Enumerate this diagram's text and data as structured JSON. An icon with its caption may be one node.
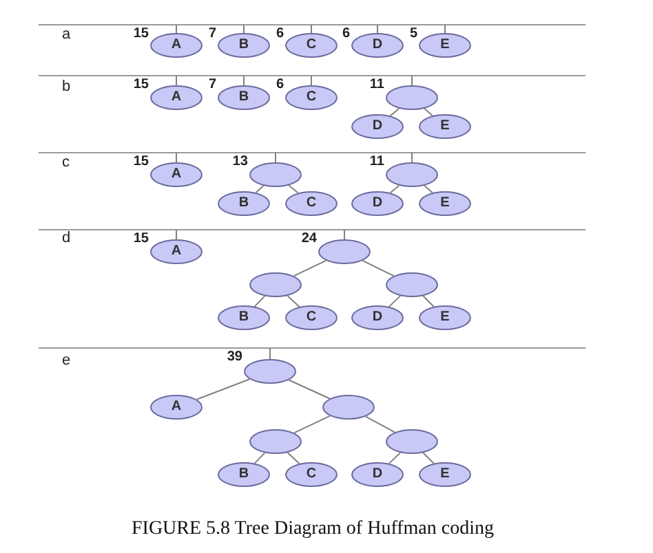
{
  "diagram": {
    "caption": "FIGURE 5.8 Tree Diagram of Huffman coding",
    "nodes": [
      {
        "text": [
          "A"
        ],
        "beside": [
          "15"
        ]
      },
      {
        "text": [
          "B"
        ],
        "beside": [
          "7"
        ]
      },
      {
        "text": [
          "C"
        ],
        "beside": [
          "6"
        ]
      },
      {
        "text": [
          "D"
        ],
        "beside": [
          "6"
        ]
      },
      {
        "text": [
          "E"
        ],
        "beside": [
          "5"
        ]
      },
      {
        "text": [
          "A"
        ],
        "beside": [
          "15"
        ]
      },
      {
        "text": [
          "B"
        ],
        "beside": [
          "7"
        ]
      },
      {
        "text": [
          "C"
        ],
        "beside": [
          "6"
        ]
      },
      {
        "text": [],
        "shape": "circle",
        "beside": [
          "11"
        ]
      },
      {
        "text": [
          "D"
        ]
      },
      {
        "text": [
          "E"
        ]
      },
      {
        "text": [
          "A"
        ],
        "beside": [
          "15"
        ]
      },
      {
        "text": [],
        "shape": "circle",
        "beside": [
          "13"
        ]
      },
      {
        "text": [],
        "shape": "circle",
        "beside": [
          "11"
        ]
      },
      {
        "text": [
          "B"
        ]
      },
      {
        "text": [
          "C"
        ]
      },
      {
        "text": [
          "D"
        ]
      },
      {
        "text": [
          "E"
        ]
      },
      {
        "text": [
          "A"
        ],
        "beside": [
          "15"
        ]
      },
      {
        "text": [],
        "shape": "circle",
        "beside": [
          "24"
        ]
      },
      {
        "text": [],
        "shape": "circle"
      },
      {
        "text": [],
        "shape": "circle"
      },
      {
        "text": [
          "B"
        ]
      },
      {
        "text": [
          "C"
        ]
      },
      {
        "text": [
          "D"
        ]
      },
      {
        "text": [
          "E"
        ]
      },
      {
        "text": [],
        "shape": "circle",
        "beside": [
          "39"
        ]
      },
      {
        "text": [
          "A"
        ]
      },
      {
        "text": [],
        "shape": "circle"
      },
      {
        "text": [],
        "shape": "circle"
      },
      {
        "text": [],
        "shape": "circle"
      },
      {
        "text": [
          "B"
        ]
      },
      {
        "text": [
          "C"
        ]
      },
      {
        "text": [
          "D"
        ]
      },
      {
        "text": [
          "E"
        ]
      }
    ],
    "edges": [
      {
        "from": null,
        "to": 0,
        "arrow": "none"
      },
      {
        "from": null,
        "to": 1,
        "arrow": "none"
      },
      {
        "from": null,
        "to": 2,
        "arrow": "none"
      },
      {
        "from": null,
        "to": 3,
        "arrow": "none"
      },
      {
        "from": null,
        "to": 4,
        "arrow": "none"
      },
      {
        "from": null,
        "to": 5,
        "arrow": "none"
      },
      {
        "from": null,
        "to": 6,
        "arrow": "none"
      },
      {
        "from": null,
        "to": 7,
        "arrow": "none"
      },
      {
        "from": null,
        "to": 8,
        "arrow": "none"
      },
      {
        "from": 8,
        "to": 9,
        "arrow": "none"
      },
      {
        "from": 8,
        "to": 10,
        "arrow": "none"
      },
      {
        "from": null,
        "to": 11,
        "arrow": "none"
      },
      {
        "from": null,
        "to": 12,
        "arrow": "none"
      },
      {
        "from": null,
        "to": 13,
        "arrow": "none"
      },
      {
        "from": 12,
        "to": 14,
        "arrow": "none"
      },
      {
        "from": 12,
        "to": 15,
        "arrow": "none"
      },
      {
        "from": 13,
        "to": 16,
        "arrow": "none"
      },
      {
        "from": 13,
        "to": 17,
        "arrow": "none"
      },
      {
        "from": null,
        "to": 18,
        "arrow": "none"
      },
      {
        "from": null,
        "to": 19,
        "arrow": "none"
      },
      {
        "from": 19,
        "to": 20,
        "arrow": "none"
      },
      {
        "from": 19,
        "to": 21,
        "arrow": "none"
      },
      {
        "from": 20,
        "to": 22,
        "arrow": "none"
      },
      {
        "from": 20,
        "to": 23,
        "arrow": "none"
      },
      {
        "from": 21,
        "to": 24,
        "arrow": "none"
      },
      {
        "from": 21,
        "to": 25,
        "arrow": "none"
      },
      {
        "from": null,
        "to": 26,
        "arrow": "none"
      },
      {
        "from": 26,
        "to": 27,
        "arrow": "none"
      },
      {
        "from": 26,
        "to": 28,
        "arrow": "none"
      },
      {
        "from": 28,
        "to": 29,
        "arrow": "none"
      },
      {
        "from": 28,
        "to": 30,
        "arrow": "none"
      },
      {
        "from": 29,
        "to": 31,
        "arrow": "none"
      },
      {
        "from": 29,
        "to": 32,
        "arrow": "none"
      },
      {
        "from": 30,
        "to": 33,
        "arrow": "none"
      },
      {
        "from": 30,
        "to": 34,
        "arrow": "none"
      }
    ],
    "labels": [
      "a",
      "b",
      "c",
      "d",
      "e"
    ]
  }
}
